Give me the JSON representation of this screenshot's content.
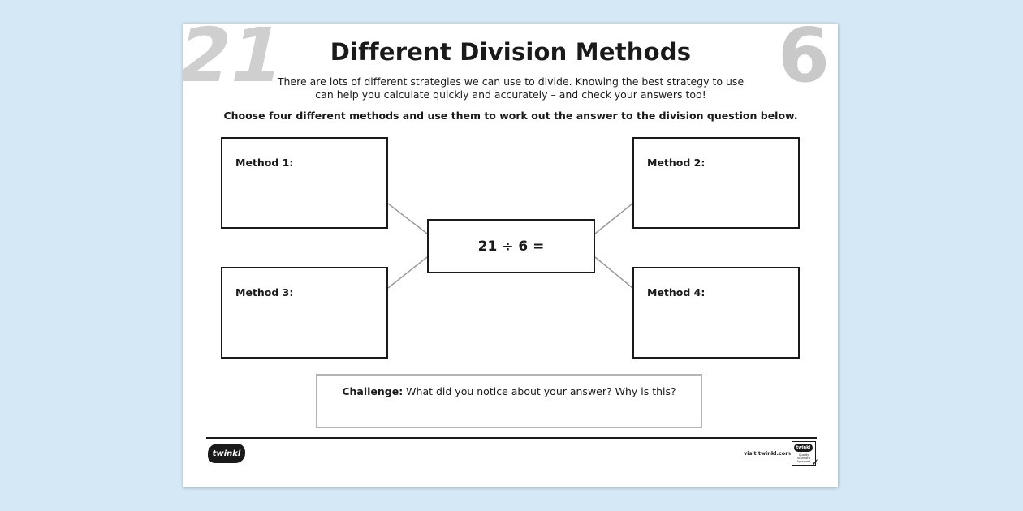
{
  "worksheet": {
    "corner_numbers": {
      "left": "21",
      "right": "6"
    },
    "title": "Different Division Methods",
    "intro": "There are lots of different strategies we can use to divide. Knowing the best strategy to use can help you calculate quickly and accurately – and check your answers too!",
    "instruction": "Choose four different methods and use them to work out the answer to the division question below.",
    "methods": [
      {
        "label": "Method 1:"
      },
      {
        "label": "Method 2:"
      },
      {
        "label": "Method 3:"
      },
      {
        "label": "Method 4:"
      }
    ],
    "question": "21 ÷ 6 =",
    "challenge": {
      "label": "Challenge:",
      "text": " What did you notice about your answer? Why is this?"
    }
  },
  "footer": {
    "logo_text": "twinkl",
    "visit_text": "visit twinkl.com",
    "badge_brand": "twinkl",
    "badge_caption": "Quality Standard Approved"
  },
  "colors": {
    "background": "#d4e8f5",
    "ink": "#1a1a1a",
    "connector": "#9a9a9a",
    "challenge_border": "#b4b4b4"
  }
}
